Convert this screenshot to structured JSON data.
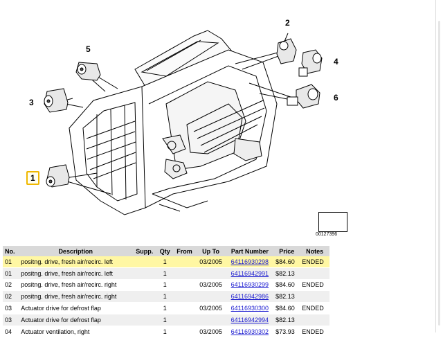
{
  "diagram": {
    "callouts": [
      "1",
      "2",
      "3",
      "4",
      "5",
      "6"
    ],
    "selected_callout": "1",
    "reference_id": "00127396"
  },
  "table": {
    "headers": [
      "No.",
      "Description",
      "Supp.",
      "Qty",
      "From",
      "Up To",
      "Part Number",
      "Price",
      "Notes"
    ],
    "rows": [
      {
        "no": "01",
        "description": "positng. drive, fresh air/recirc. left",
        "supp": "",
        "qty": "1",
        "from": "",
        "upto": "03/2005",
        "part": "64116930298",
        "price": "$84.60",
        "notes": "ENDED"
      },
      {
        "no": "01",
        "description": "positng. drive, fresh air/recirc. left",
        "supp": "",
        "qty": "1",
        "from": "",
        "upto": "",
        "part": "64116942991",
        "price": "$82.13",
        "notes": ""
      },
      {
        "no": "02",
        "description": "positng. drive, fresh air/recirc. right",
        "supp": "",
        "qty": "1",
        "from": "",
        "upto": "03/2005",
        "part": "64116930299",
        "price": "$84.60",
        "notes": "ENDED"
      },
      {
        "no": "02",
        "description": "positng. drive, fresh air/recirc. right",
        "supp": "",
        "qty": "1",
        "from": "",
        "upto": "",
        "part": "64116942986",
        "price": "$82.13",
        "notes": ""
      },
      {
        "no": "03",
        "description": "Actuator drive for defrost flap",
        "supp": "",
        "qty": "1",
        "from": "",
        "upto": "03/2005",
        "part": "64116930300",
        "price": "$84.60",
        "notes": "ENDED"
      },
      {
        "no": "03",
        "description": "Actuator drive for defrost flap",
        "supp": "",
        "qty": "1",
        "from": "",
        "upto": "",
        "part": "64116942994",
        "price": "$82.13",
        "notes": ""
      },
      {
        "no": "04",
        "description": "Actuator ventilation, right",
        "supp": "",
        "qty": "1",
        "from": "",
        "upto": "03/2005",
        "part": "64116930302",
        "price": "$73.93",
        "notes": "ENDED"
      }
    ]
  }
}
